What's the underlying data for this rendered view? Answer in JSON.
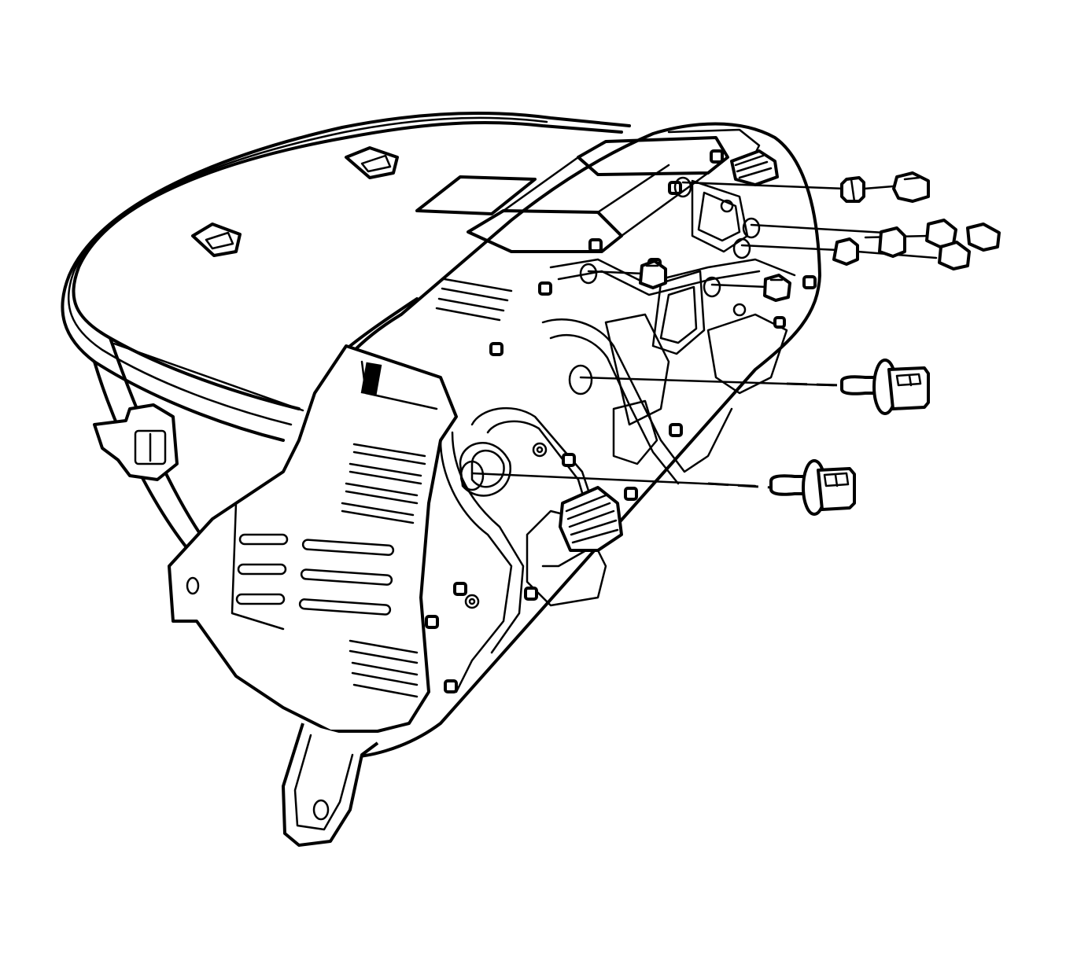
{
  "figure": {
    "subject": "instrument-cluster-rear-with-bulbs",
    "stroke_color": "#000000",
    "background_color": "#ffffff"
  },
  "parts": {
    "bulbs_small": [
      {
        "name": "bulb-socket-top-1"
      },
      {
        "name": "bulb-socket-top-2"
      },
      {
        "name": "bulb-socket-top-3"
      },
      {
        "name": "bulb-socket-top-4"
      },
      {
        "name": "bulb-socket-mid-1"
      },
      {
        "name": "bulb-socket-mid-2"
      }
    ],
    "bulbs_large": [
      {
        "name": "bulb-socket-large-upper"
      },
      {
        "name": "bulb-socket-large-lower"
      }
    ]
  }
}
